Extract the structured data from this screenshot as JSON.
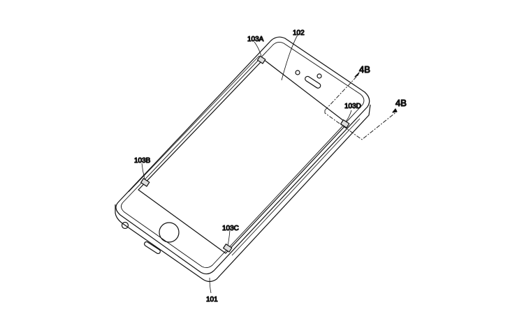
{
  "labels": {
    "device": "101",
    "display": "102",
    "clip_a": "103A",
    "clip_b": "103B",
    "clip_c": "103C",
    "clip_d": "103D",
    "section_top": "4B",
    "section_bottom": "4B"
  }
}
